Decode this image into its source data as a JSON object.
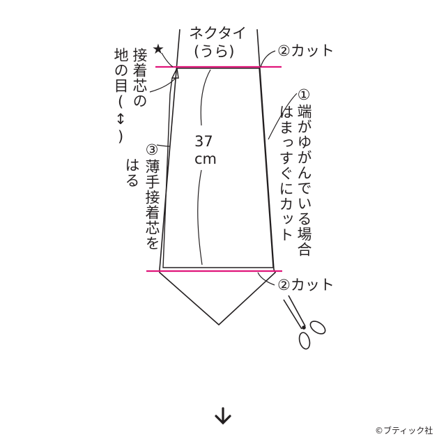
{
  "labels": {
    "tie_title": "ネクタイ",
    "tie_subtitle": "(うら)",
    "cut_top": "②カット",
    "cut_bottom": "②カット",
    "note_1": "①端がゆがんでいる場合",
    "note_1b": "はまっすぐにカット",
    "grain_1": "接着芯の",
    "grain_2": "地の目(↕)",
    "note_3": "③薄手接着芯を",
    "note_3b": "はる",
    "length_value": "37",
    "length_unit": "cm",
    "star": "★",
    "credit": "©ブティック社"
  },
  "icons": {
    "scissors": "scissors-icon",
    "arrow": "arrow-down-icon"
  },
  "colors": {
    "line": "#231f20",
    "cut_line": "#e0157a",
    "background": "#ffffff"
  }
}
